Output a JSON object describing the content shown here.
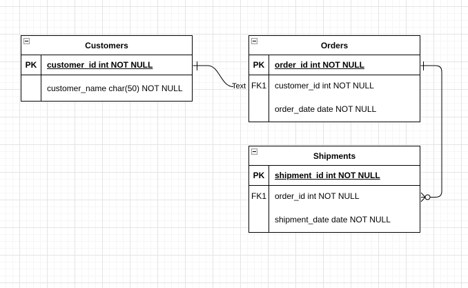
{
  "canvas": {
    "background": "#ffffff",
    "grid_minor_color": "#f6f6f6",
    "grid_major_color": "#e4e4e4",
    "stroke_color": "#000000"
  },
  "diagram": {
    "tables": [
      {
        "name": "Customers",
        "rows": [
          {
            "key": "PK",
            "field": "customer_id int NOT NULL"
          },
          {
            "key": "",
            "field": "customer_name char(50) NOT NULL"
          }
        ]
      },
      {
        "name": "Orders",
        "rows": [
          {
            "key": "PK",
            "field": "order_id int NOT NULL"
          },
          {
            "key": "FK1",
            "field": "customer_id int NOT NULL"
          },
          {
            "key": "",
            "field": "order_date date NOT NULL"
          }
        ]
      },
      {
        "name": "Shipments",
        "rows": [
          {
            "key": "PK",
            "field": "shipment_id int NOT NULL"
          },
          {
            "key": "FK1",
            "field": "order_id int NOT NULL"
          },
          {
            "key": "",
            "field": "shipment_date date NOT NULL"
          }
        ]
      }
    ],
    "edges": [
      {
        "from": "Customers.customer_id",
        "to": "Orders.customer_id",
        "label": "Text",
        "source_symbol": "one-tick",
        "target_symbol": "none"
      },
      {
        "from": "Orders.order_id",
        "to": "Shipments.order_id",
        "label": "",
        "source_symbol": "one-tick",
        "target_symbol": "zero-or-many"
      }
    ]
  }
}
